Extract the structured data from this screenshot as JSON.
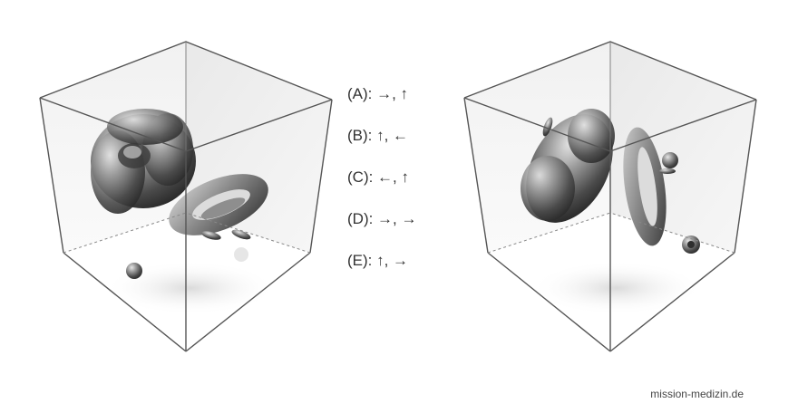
{
  "options": [
    {
      "label": "(A): →, ↑"
    },
    {
      "label": "(B): ↑, ←"
    },
    {
      "label": "(C): ←, ↑"
    },
    {
      "label": "(D): →, →"
    },
    {
      "label": "(E): ↑, →"
    }
  ],
  "watermark": "mission-medizin.de",
  "colors": {
    "cube_edge": "#555555",
    "object_metal": "#6e6e6e"
  }
}
